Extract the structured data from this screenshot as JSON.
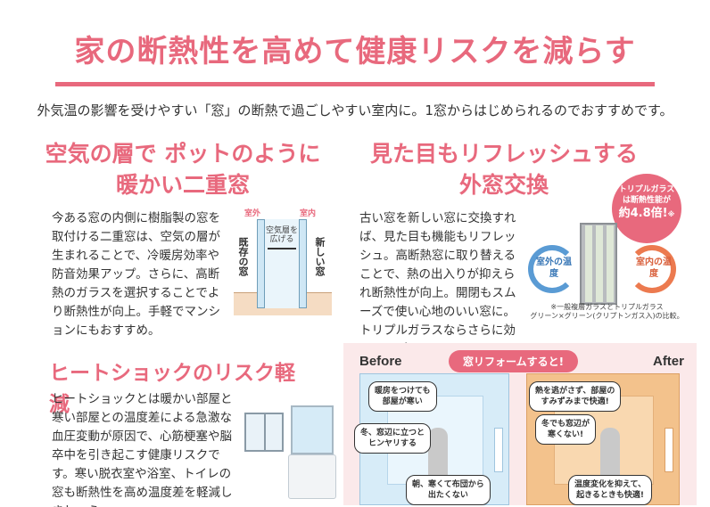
{
  "title": "家の断熱性を高めて健康リスクを減らす",
  "intro": "外気温の影響を受けやすい「窓」の断熱で過ごしやすい室内に。1窓からはじめられるのでおすすめです。",
  "section1": {
    "heading_line1": "空気の層で ポットのように",
    "heading_line2": "暖かい二重窓",
    "body": "今ある窓の内側に樹脂製の窓を取付ける二重窓は、空気の層が生まれることで、冷暖房効率や防音効果アップ。さらに、高断熱のガラスを選択することでより断熱性が向上。手軽でマンションにもおすすめ。",
    "diagram": {
      "outside": "室外",
      "inside": "室内",
      "air_layer": "空気層を広げる",
      "existing": "既存の窓",
      "new": "新しい窓"
    }
  },
  "section2": {
    "heading_line1": "見た目もリフレッシュする",
    "heading_line2": "外窓交換",
    "body": "古い窓を新しい窓に交換すれば、見た目も機能もリフレッシュ。高断熱窓に取り替えることで、熱の出入りが抑えられ断熱性が向上。開閉もスムーズで使い心地のいい窓に。トリプルガラスならさらに効果アップ。",
    "diagram": {
      "outside_temp": "室外の温度",
      "inside_temp": "室内の温度",
      "badge_line1": "トリプルガラス",
      "badge_line2": "は断熱性能が",
      "badge_line3": "約4.8倍!",
      "badge_mark": "※",
      "note_line1": "※一般複層ガラスとトリプルガラス",
      "note_line2": "グリーン×グリーン(クリプトンガス入)の比較。"
    }
  },
  "section3": {
    "heading": "ヒートショックのリスク軽減",
    "body": "ヒートショックとは暖かい部屋と寒い部屋との温度差による急激な血圧変動が原因で、心筋梗塞や脳卒中を引き起こす健康リスクです。寒い脱衣室や浴室、トイレの窓も断熱性を高め温度差を軽減しましょう。"
  },
  "comparison": {
    "before": "Before",
    "after": "After",
    "center_tag": "窓リフォームすると!",
    "before_bubbles": [
      "暖房をつけても",
      "部屋が寒い",
      "冬、窓辺に立つと",
      "ヒンヤリする",
      "朝、寒くて布団から",
      "出たくない"
    ],
    "after_bubbles": [
      "熱を逃がさず、部屋の",
      "すみずみまで快適!",
      "冬でも窓辺が",
      "寒くない!",
      "温度変化を抑えて、",
      "起きるときも快適!"
    ]
  },
  "colors": {
    "accent": "#e8697d",
    "blue_room": "#d7ecf8",
    "orange_room": "#f3c28c",
    "panel_bg": "#fbe9ea"
  }
}
